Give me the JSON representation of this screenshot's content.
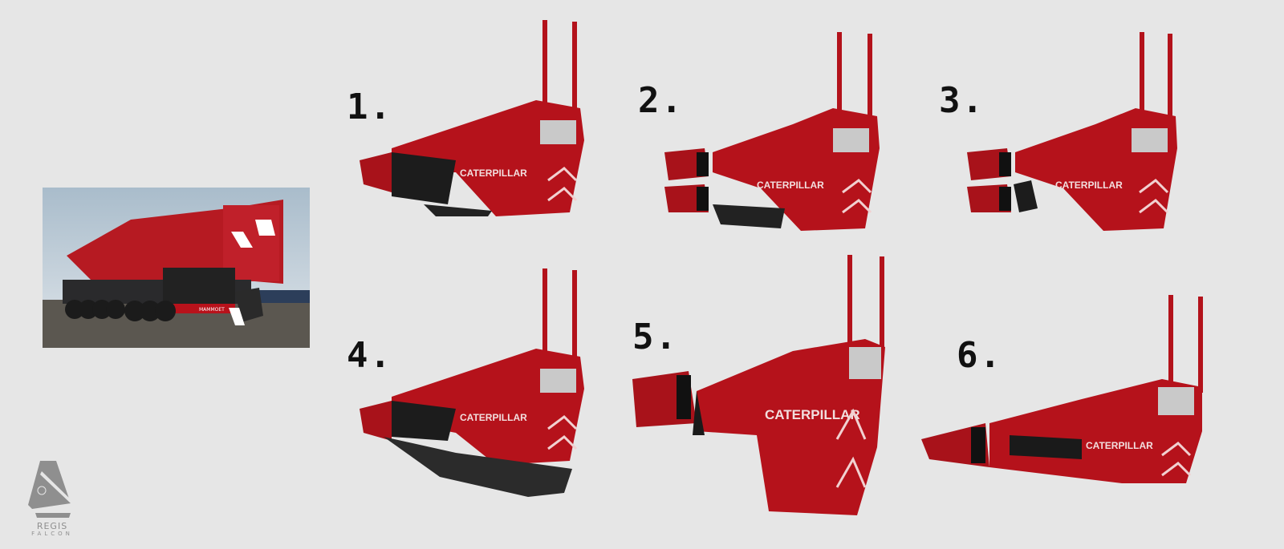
{
  "sheet": {
    "background": "#e6e6e6",
    "accent_red": "#b5121b",
    "dark": "#1a1a1a"
  },
  "reference_photo": {
    "cab_label": "MAMMOET",
    "left_label": "MAMMOET"
  },
  "variants": [
    {
      "number": "1.",
      "brand": "CATERPILLAR"
    },
    {
      "number": "2.",
      "brand": "CATERPILLAR"
    },
    {
      "number": "3.",
      "brand": "CATERPILLAR"
    },
    {
      "number": "4.",
      "brand": "CATERPILLAR"
    },
    {
      "number": "5.",
      "brand": "CATERPILLAR"
    },
    {
      "number": "6.",
      "brand": "CATERPILLAR"
    }
  ],
  "logo": {
    "line1": "REGIS",
    "line2": "FALCON",
    "icon": "regis-falcon-logo-icon"
  }
}
